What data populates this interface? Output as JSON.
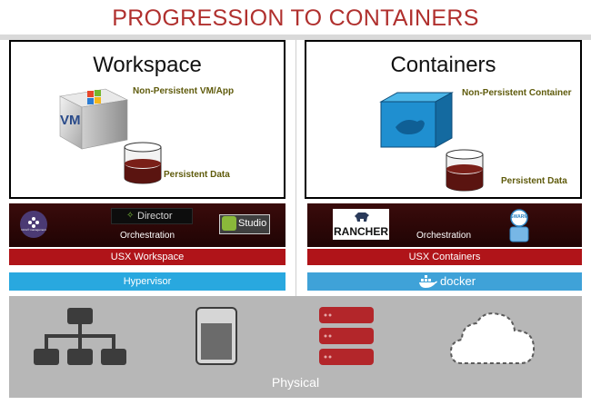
{
  "title": "PROGRESSION TO CONTAINERS",
  "left": {
    "panel_title": "Workspace",
    "vm_label": "Non-Persistent VM/App",
    "vm_icon_text": "VM",
    "persistent_label": "Persistent Data",
    "logos": {
      "citrix_text": "Citrix® management",
      "director": "Director",
      "studio": "Studio"
    },
    "orchestration": "Orchestration",
    "usx": "USX Workspace",
    "layer": "Hypervisor"
  },
  "right": {
    "panel_title": "Containers",
    "container_label": "Non-Persistent Container",
    "persistent_label": "Persistent Data",
    "logos": {
      "rancher": "RANCHER",
      "swarm": "SWARM"
    },
    "orchestration": "Orchestration",
    "usx": "USX Containers",
    "layer": "docker"
  },
  "physical": {
    "label": "Physical"
  },
  "colors": {
    "title": "#b0302e",
    "usx_band": "#b01419",
    "hypervisor": "#29a8df",
    "docker_band": "#3fa2d8",
    "physical": "#b7b7b7"
  }
}
